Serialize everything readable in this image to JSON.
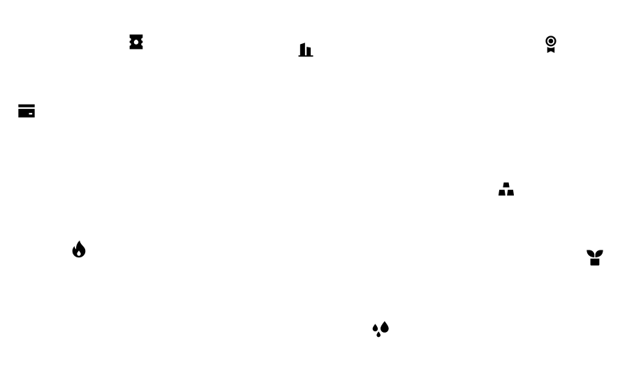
{
  "canvas": {
    "background": "#ffffff",
    "icon_color": "#000000"
  },
  "icons": [
    {
      "id": "ticket",
      "semantic": "ticket-icon",
      "label": "Ticket"
    },
    {
      "id": "building",
      "semantic": "building-icon",
      "label": "Building"
    },
    {
      "id": "medal",
      "semantic": "award-medal-icon",
      "label": "Award medal"
    },
    {
      "id": "card",
      "semantic": "credit-card-icon",
      "label": "Credit card"
    },
    {
      "id": "goldbars",
      "semantic": "gold-bars-icon",
      "label": "Gold bars"
    },
    {
      "id": "flame",
      "semantic": "fire-icon",
      "label": "Fire"
    },
    {
      "id": "plant",
      "semantic": "potted-plant-icon",
      "label": "Potted plant"
    },
    {
      "id": "drops",
      "semantic": "water-drops-icon",
      "label": "Water drops"
    }
  ]
}
